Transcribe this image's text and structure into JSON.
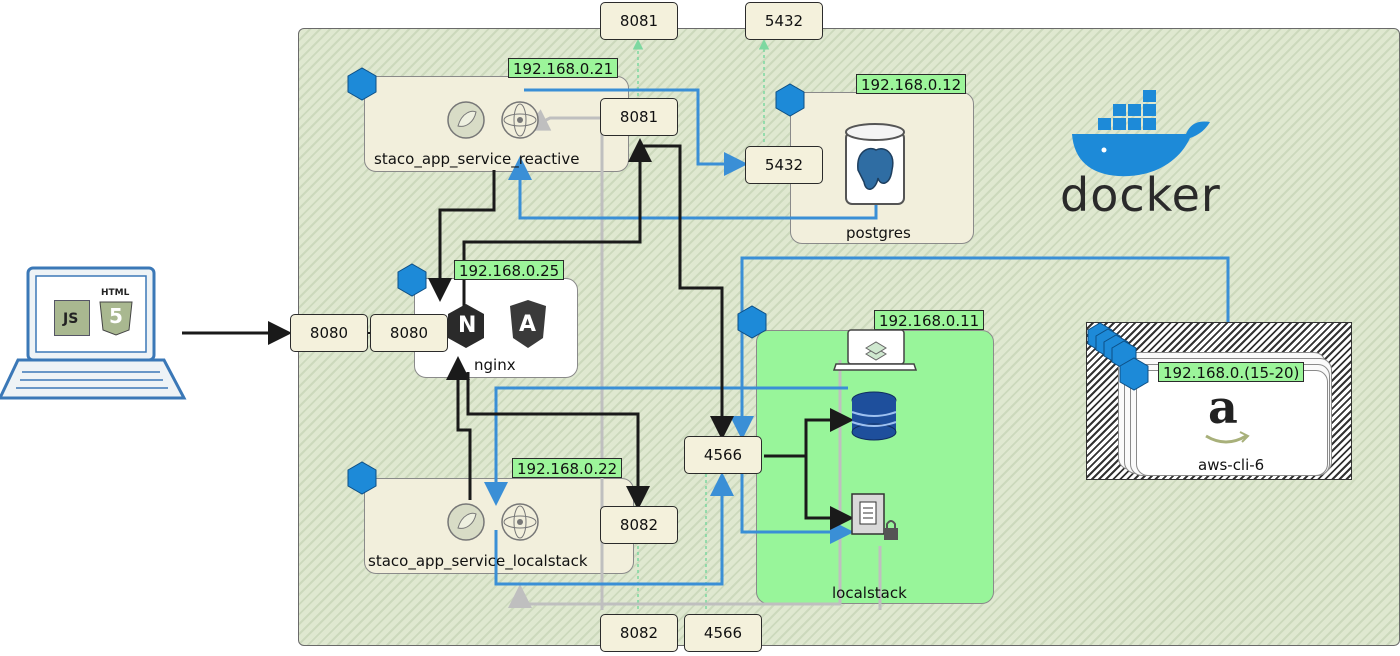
{
  "client": {
    "js_label": "JS",
    "html_label": "HTML",
    "html_badge": "5"
  },
  "ports": {
    "host_8081": "8081",
    "host_5432": "5432",
    "host_8080": "8080",
    "host_8082": "8082",
    "host_4566": "4566",
    "reactive_8081": "8081",
    "postgres_5432": "5432",
    "nginx_8080": "8080",
    "localstack_8082": "8082",
    "localstack_4566": "4566"
  },
  "services": {
    "reactive": {
      "name": "staco_app_service_reactive",
      "ip": "192.168.0.21"
    },
    "postgres": {
      "name": "postgres",
      "ip": "192.168.0.12"
    },
    "nginx": {
      "name": "nginx",
      "ip": "192.168.0.25",
      "letter_n": "N",
      "letter_a": "A"
    },
    "localstack_app": {
      "name": "staco_app_service_localstack",
      "ip": "192.168.0.22"
    },
    "localstack": {
      "name": "localstack",
      "ip": "192.168.0.11"
    },
    "aws": {
      "name": "aws-cli-6",
      "ip": "192.168.0.(15-20)",
      "logo": "a"
    }
  },
  "docker": {
    "brand": "docker"
  },
  "colors": {
    "network_bg": "#dfe8d0",
    "service_bg": "#f2efdc",
    "ip_tag": "#9cf59a",
    "localstack_bg": "#98f59a",
    "docker_blue": "#1d8ad8",
    "arrow_black": "#1a1a1a",
    "arrow_blue": "#3a8fd6"
  }
}
